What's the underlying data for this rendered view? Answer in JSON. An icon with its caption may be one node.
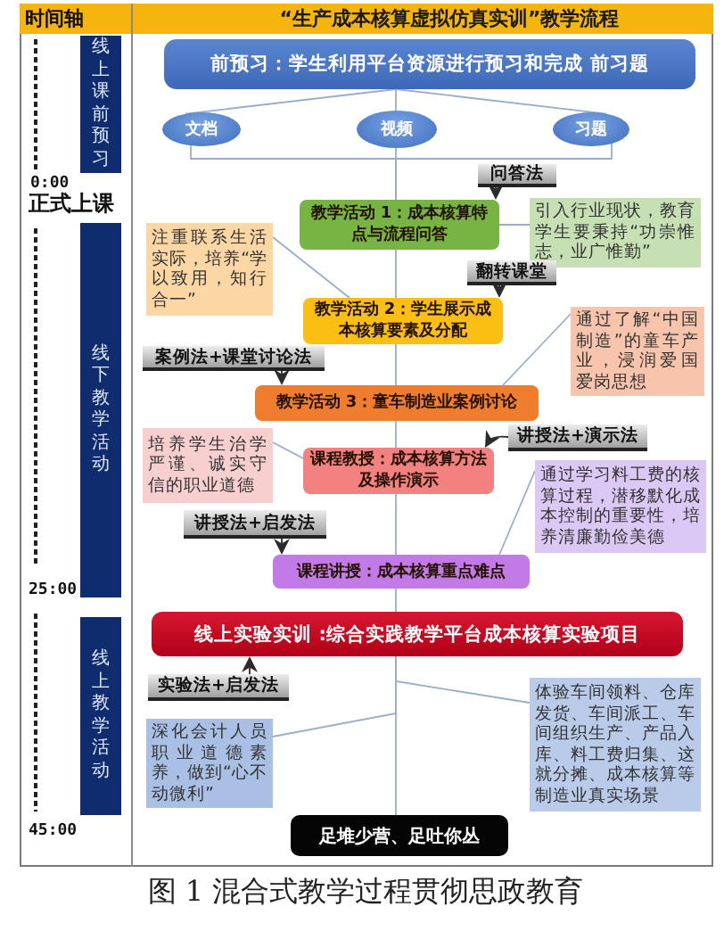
{
  "diagram": {
    "title": "“生产成本核算虚拟仿真实训”教学流程",
    "caption": "图 1 混合式教学过程贯彻思政教育",
    "nodes": [
      {
        "text": [
          "线上课前预习"
        ]
      },
      {
        "text": [
          "前预习：学生利用平台资源进行预习和完成 前习题"
        ]
      },
      {
        "text": [
          "文档"
        ]
      },
      {
        "text": [
          "视频"
        ]
      },
      {
        "text": [
          "习题"
        ]
      },
      {
        "text": [
          "问答法"
        ]
      },
      {
        "text": [
          "教学活动 1：成本核算特点与流程问答"
        ]
      },
      {
        "text": [
          "引入行业现状，教育学生要秉持“功崇惟志，业广惟勤”"
        ]
      },
      {
        "text": [
          "线下教学活动"
        ]
      },
      {
        "text": [
          "注重联系生活实际，培养“学以致用，知行合一”"
        ]
      },
      {
        "text": [
          "翻转课堂"
        ]
      },
      {
        "text": [
          "教学活动 2：学生展示成本核算要素及分配"
        ]
      },
      {
        "text": [
          "通过了解“中国制造”的童车产业，浸润爱国爱岗思想"
        ]
      },
      {
        "text": [
          "案例法+课堂讨论法"
        ]
      },
      {
        "text": [
          "教学活动 3：童车制造业案例讨论"
        ]
      },
      {
        "text": [
          "讲授法+演示法"
        ]
      },
      {
        "text": [
          "培养学生治学严谨、诚实守信的职业道德"
        ]
      },
      {
        "text": [
          "课程教授：成本核算方法及操作演示"
        ]
      },
      {
        "text": [
          "通过学习料工费的核算过程，潜移默化成本控制的重要性，培养清廉勤俭美德"
        ]
      },
      {
        "text": [
          "讲授法+启发法"
        ]
      },
      {
        "text": [
          "课程讲授：成本核算重点难点"
        ]
      },
      {
        "text": [
          "线上教学活动"
        ]
      },
      {
        "text": [
          "线上实验实训 :综合实践教学平台成本核算实验项目"
        ]
      },
      {
        "text": [
          "实验法+启发法"
        ]
      },
      {
        "text": [
          "深化会计人员职业道德素养，做到“心不动微利”"
        ]
      },
      {
        "text": [
          "体验车间领料、仓库发货、车间派工、车间组织生产、产品入库、料工费归集、这就分摊、成本核算等制造业真实场景"
        ]
      },
      {
        "text": [
          "足堆少营、足吐你丛"
        ]
      }
    ],
    "edges": [
      {
        "from": 1,
        "to": 2,
        "arrow": "none"
      },
      {
        "from": 1,
        "to": 3,
        "arrow": "none"
      },
      {
        "from": 1,
        "to": 4,
        "arrow": "none"
      },
      {
        "from": 2,
        "to": 6,
        "arrow": "none"
      },
      {
        "from": 3,
        "to": 6,
        "arrow": "none"
      },
      {
        "from": 4,
        "to": 6,
        "arrow": "none"
      },
      {
        "from": 5,
        "to": 6,
        "arrow": "to",
        "color": "#2b2b2b"
      },
      {
        "from": 7,
        "to": 6,
        "arrow": "none"
      },
      {
        "from": 6,
        "to": 11,
        "arrow": "none"
      },
      {
        "from": 9,
        "to": 11,
        "arrow": "none"
      },
      {
        "from": 10,
        "to": 11,
        "arrow": "to",
        "color": "#2b2b2b"
      },
      {
        "from": 11,
        "to": 14,
        "arrow": "none"
      },
      {
        "from": 12,
        "to": 14,
        "arrow": "none"
      },
      {
        "from": 13,
        "to": 14,
        "arrow": "to",
        "color": "#2b2b2b"
      },
      {
        "from": 14,
        "to": 17,
        "arrow": "none"
      },
      {
        "from": 15,
        "to": 17,
        "arrow": "to",
        "color": "#2b2b2b"
      },
      {
        "from": 16,
        "to": 17,
        "arrow": "none"
      },
      {
        "from": 17,
        "to": 20,
        "arrow": "none"
      },
      {
        "from": 18,
        "to": 20,
        "arrow": "none"
      },
      {
        "from": 19,
        "to": 20,
        "arrow": "to",
        "color": "#2b2b2b"
      },
      {
        "from": 20,
        "to": 22,
        "arrow": "none"
      },
      {
        "from": 23,
        "to": 22,
        "arrow": "to",
        "color": "#2b2b2b"
      },
      {
        "from": 22,
        "to": 24,
        "arrow": "none"
      },
      {
        "from": 22,
        "to": 25,
        "arrow": "none"
      },
      {
        "from": 22,
        "to": 26,
        "arrow": "none"
      }
    ],
    "labels": [
      "时间轴",
      "0:00",
      "正式上课",
      "25:00",
      "45:00"
    ]
  }
}
